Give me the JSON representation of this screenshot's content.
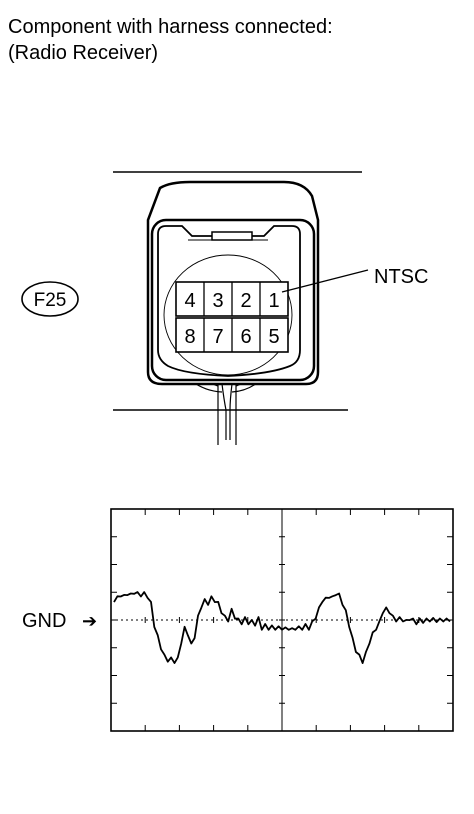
{
  "header": {
    "line1": "Component with harness connected:",
    "line2": "(Radio Receiver)"
  },
  "connector": {
    "id": "F25",
    "pins_top": [
      "4",
      "3",
      "2",
      "1"
    ],
    "pins_bottom": [
      "8",
      "7",
      "6",
      "5"
    ],
    "callout": "NTSC"
  },
  "scope": {
    "gnd_label": "GND",
    "gnd_arrow": "➔",
    "waveform": [
      [
        0,
        0.7
      ],
      [
        1,
        0.8
      ],
      [
        2,
        0.9
      ],
      [
        3,
        0.85
      ],
      [
        4,
        0.95
      ],
      [
        5,
        0.9
      ],
      [
        6,
        1.0
      ],
      [
        7,
        0.95
      ],
      [
        8,
        0.9
      ],
      [
        9,
        0.95
      ],
      [
        10,
        0.85
      ],
      [
        11,
        0.6
      ],
      [
        12,
        -0.2
      ],
      [
        13,
        -0.6
      ],
      [
        14,
        -1.0
      ],
      [
        15,
        -1.3
      ],
      [
        16,
        -1.45
      ],
      [
        17,
        -1.4
      ],
      [
        18,
        -1.5
      ],
      [
        19,
        -1.4
      ],
      [
        20,
        -0.8
      ],
      [
        21,
        -0.3
      ],
      [
        22,
        -0.5
      ],
      [
        23,
        -0.9
      ],
      [
        24,
        -0.6
      ],
      [
        25,
        0.1
      ],
      [
        26,
        0.5
      ],
      [
        27,
        0.7
      ],
      [
        28,
        0.6
      ],
      [
        29,
        0.8
      ],
      [
        30,
        0.7
      ],
      [
        31,
        0.6
      ],
      [
        32,
        0.3
      ],
      [
        33,
        0.1
      ],
      [
        34,
        0.0
      ],
      [
        35,
        0.35
      ],
      [
        36,
        0.1
      ],
      [
        37,
        0.0
      ],
      [
        38,
        -0.1
      ],
      [
        39,
        0.05
      ],
      [
        40,
        -0.1
      ],
      [
        41,
        -0.05
      ],
      [
        42,
        -0.15
      ],
      [
        43,
        0.05
      ],
      [
        44,
        -0.3
      ],
      [
        45,
        -0.2
      ],
      [
        46,
        -0.3
      ],
      [
        47,
        -0.25
      ],
      [
        48,
        -0.3
      ],
      [
        49,
        -0.28
      ],
      [
        50,
        -0.3
      ],
      [
        51,
        -0.32
      ],
      [
        52,
        -0.3
      ],
      [
        53,
        -0.35
      ],
      [
        54,
        -0.3
      ],
      [
        55,
        -0.28
      ],
      [
        56,
        -0.3
      ],
      [
        57,
        -0.2
      ],
      [
        58,
        -0.3
      ],
      [
        59,
        -0.1
      ],
      [
        60,
        0.1
      ],
      [
        61,
        0.4
      ],
      [
        62,
        0.7
      ],
      [
        63,
        0.75
      ],
      [
        64,
        0.85
      ],
      [
        65,
        0.8
      ],
      [
        66,
        0.95
      ],
      [
        67,
        0.9
      ],
      [
        68,
        0.6
      ],
      [
        69,
        0.3
      ],
      [
        70,
        -0.2
      ],
      [
        71,
        -0.7
      ],
      [
        72,
        -1.1
      ],
      [
        73,
        -1.3
      ],
      [
        74,
        -1.5
      ],
      [
        75,
        -1.2
      ],
      [
        76,
        -0.8
      ],
      [
        77,
        -0.5
      ],
      [
        78,
        -0.3
      ],
      [
        79,
        -0.1
      ],
      [
        80,
        0.3
      ],
      [
        81,
        0.4
      ],
      [
        82,
        0.3
      ],
      [
        83,
        0.1
      ],
      [
        84,
        0.0
      ],
      [
        85,
        0.05
      ],
      [
        86,
        0.0
      ],
      [
        87,
        -0.05
      ],
      [
        88,
        0.05
      ],
      [
        89,
        0.0
      ],
      [
        90,
        -0.1
      ],
      [
        91,
        0.0
      ],
      [
        92,
        -0.05
      ],
      [
        93,
        0.0
      ],
      [
        94,
        0.0
      ],
      [
        95,
        0.02
      ],
      [
        96,
        -0.02
      ],
      [
        97,
        0.0
      ],
      [
        98,
        0.0
      ],
      [
        99,
        0.0
      ],
      [
        100,
        0.0
      ]
    ]
  }
}
